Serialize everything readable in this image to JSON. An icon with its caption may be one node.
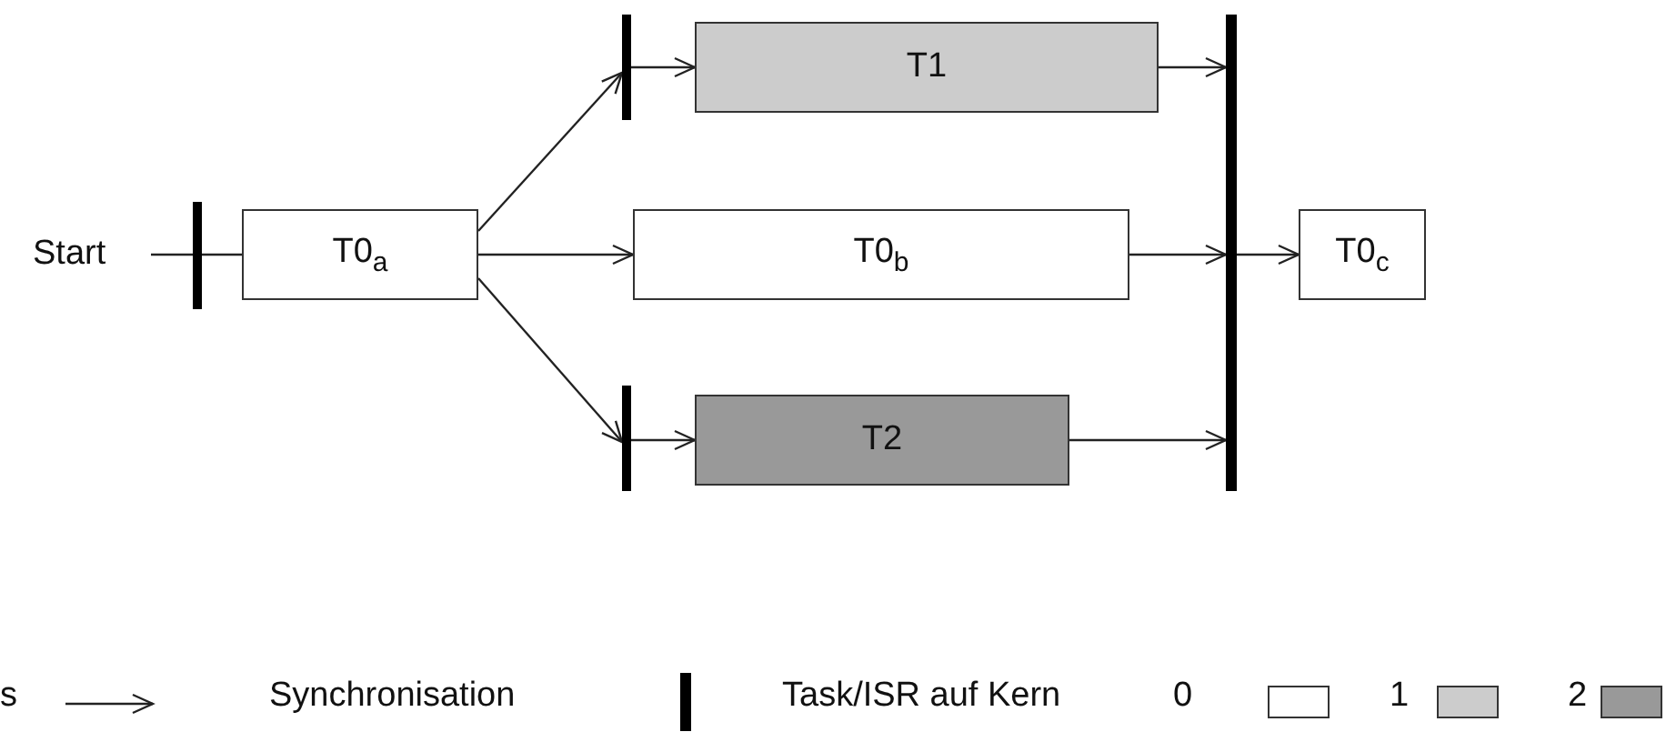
{
  "diagram": {
    "nodes": [
      {
        "text": [
          "Start"
        ]
      },
      {
        "text": [],
        "shape": "bar"
      },
      {
        "text": [
          "T0$_{a}$"
        ]
      },
      {
        "text": [],
        "shape": "bar"
      },
      {
        "text": [
          "T1"
        ]
      },
      {
        "text": [
          "T0$_{b}$"
        ]
      },
      {
        "text": [],
        "shape": "bar"
      },
      {
        "text": [
          "T2"
        ]
      },
      {
        "text": [],
        "shape": "bar"
      },
      {
        "text": [
          "T0$_{c}$"
        ]
      }
    ],
    "edges": [
      {
        "from": 0,
        "to": 1,
        "arrow": "none"
      },
      {
        "from": 1,
        "to": 2,
        "arrow": "none"
      },
      {
        "from": 2,
        "to": 3,
        "arrow": "to"
      },
      {
        "from": 2,
        "to": 5,
        "arrow": "to"
      },
      {
        "from": 2,
        "to": 6,
        "arrow": "to"
      },
      {
        "from": 3,
        "to": 4,
        "arrow": "to"
      },
      {
        "from": 6,
        "to": 7,
        "arrow": "to"
      },
      {
        "from": 4,
        "to": 8,
        "arrow": "to"
      },
      {
        "from": 5,
        "to": 8,
        "arrow": "to"
      },
      {
        "from": 7,
        "to": 8,
        "arrow": "to"
      },
      {
        "from": 8,
        "to": 9,
        "arrow": "to"
      }
    ],
    "labels": [
      "Task/ISR auf Kern"
    ],
    "legend": [
      {
        "text": "s"
      },
      {
        "text": "Synchronisation"
      },
      {
        "text": "0",
        "color": "#ffffff"
      },
      {
        "text": "1",
        "color": "#cccccc"
      },
      {
        "text": "2",
        "color": "#999999"
      }
    ]
  }
}
